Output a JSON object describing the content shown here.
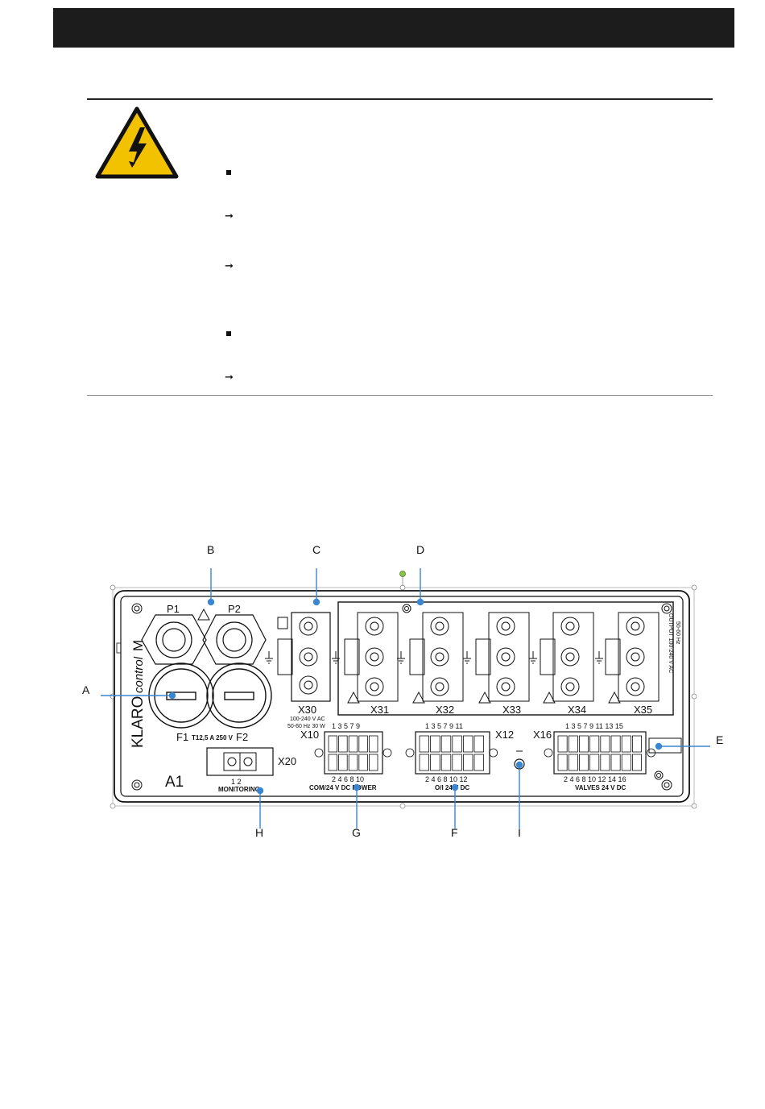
{
  "warning": {
    "icon": "high-voltage-warning-icon"
  },
  "list": {
    "markers": [
      {
        "kind": "bullet"
      },
      {
        "kind": "arrow",
        "glyph": "➞"
      },
      {
        "kind": "arrow",
        "glyph": "➞"
      },
      {
        "kind": "bullet"
      },
      {
        "kind": "arrow",
        "glyph": "➞"
      }
    ]
  },
  "diagram": {
    "callouts": {
      "A": "A",
      "B": "B",
      "C": "C",
      "D": "D",
      "E": "E",
      "F": "F",
      "G": "G",
      "H": "H",
      "I": "I"
    },
    "device": {
      "brand_main": "KLARO",
      "brand_italic": "control",
      "brand_model": "M",
      "board_id": "A1",
      "fuse_p1": "P1",
      "fuse_p2": "P2",
      "fuse_f1": "F1",
      "fuse_f2": "F2",
      "fuse_rating": "T12,5 A 250 V",
      "x30_label": "X30",
      "x30_rating_1": "100-240 V AC",
      "x30_rating_2": "50-60 Hz 30 W",
      "outputs": [
        "X31",
        "X32",
        "X33",
        "X34",
        "X35"
      ],
      "output_rating_1": "OUTPUT 100-240 V AC",
      "output_rating_2": "50-60 Hz",
      "x20_label": "X20",
      "x20_pins": "1   2",
      "x20_caption": "MONITORING",
      "x10_label": "X10",
      "x10_top_pins": "1  3  5  7  9",
      "x10_bottom_pins": "2  4  6  8  10",
      "x10_caption": "COM/24 V DC POWER",
      "x12_label": "X12",
      "x12_top_pins": "1  3  5  7  9  11",
      "x12_bottom_pins": "2  4  6  8  10 12",
      "x12_caption": "O/I 24 V DC",
      "x16_label": "X16",
      "x16_top_pins": "1  3  5  7  9  11 13 15",
      "x16_bottom_pins": "2  4  6  8  10 12 14 16",
      "x16_caption": "VALVES 24 V DC"
    }
  }
}
